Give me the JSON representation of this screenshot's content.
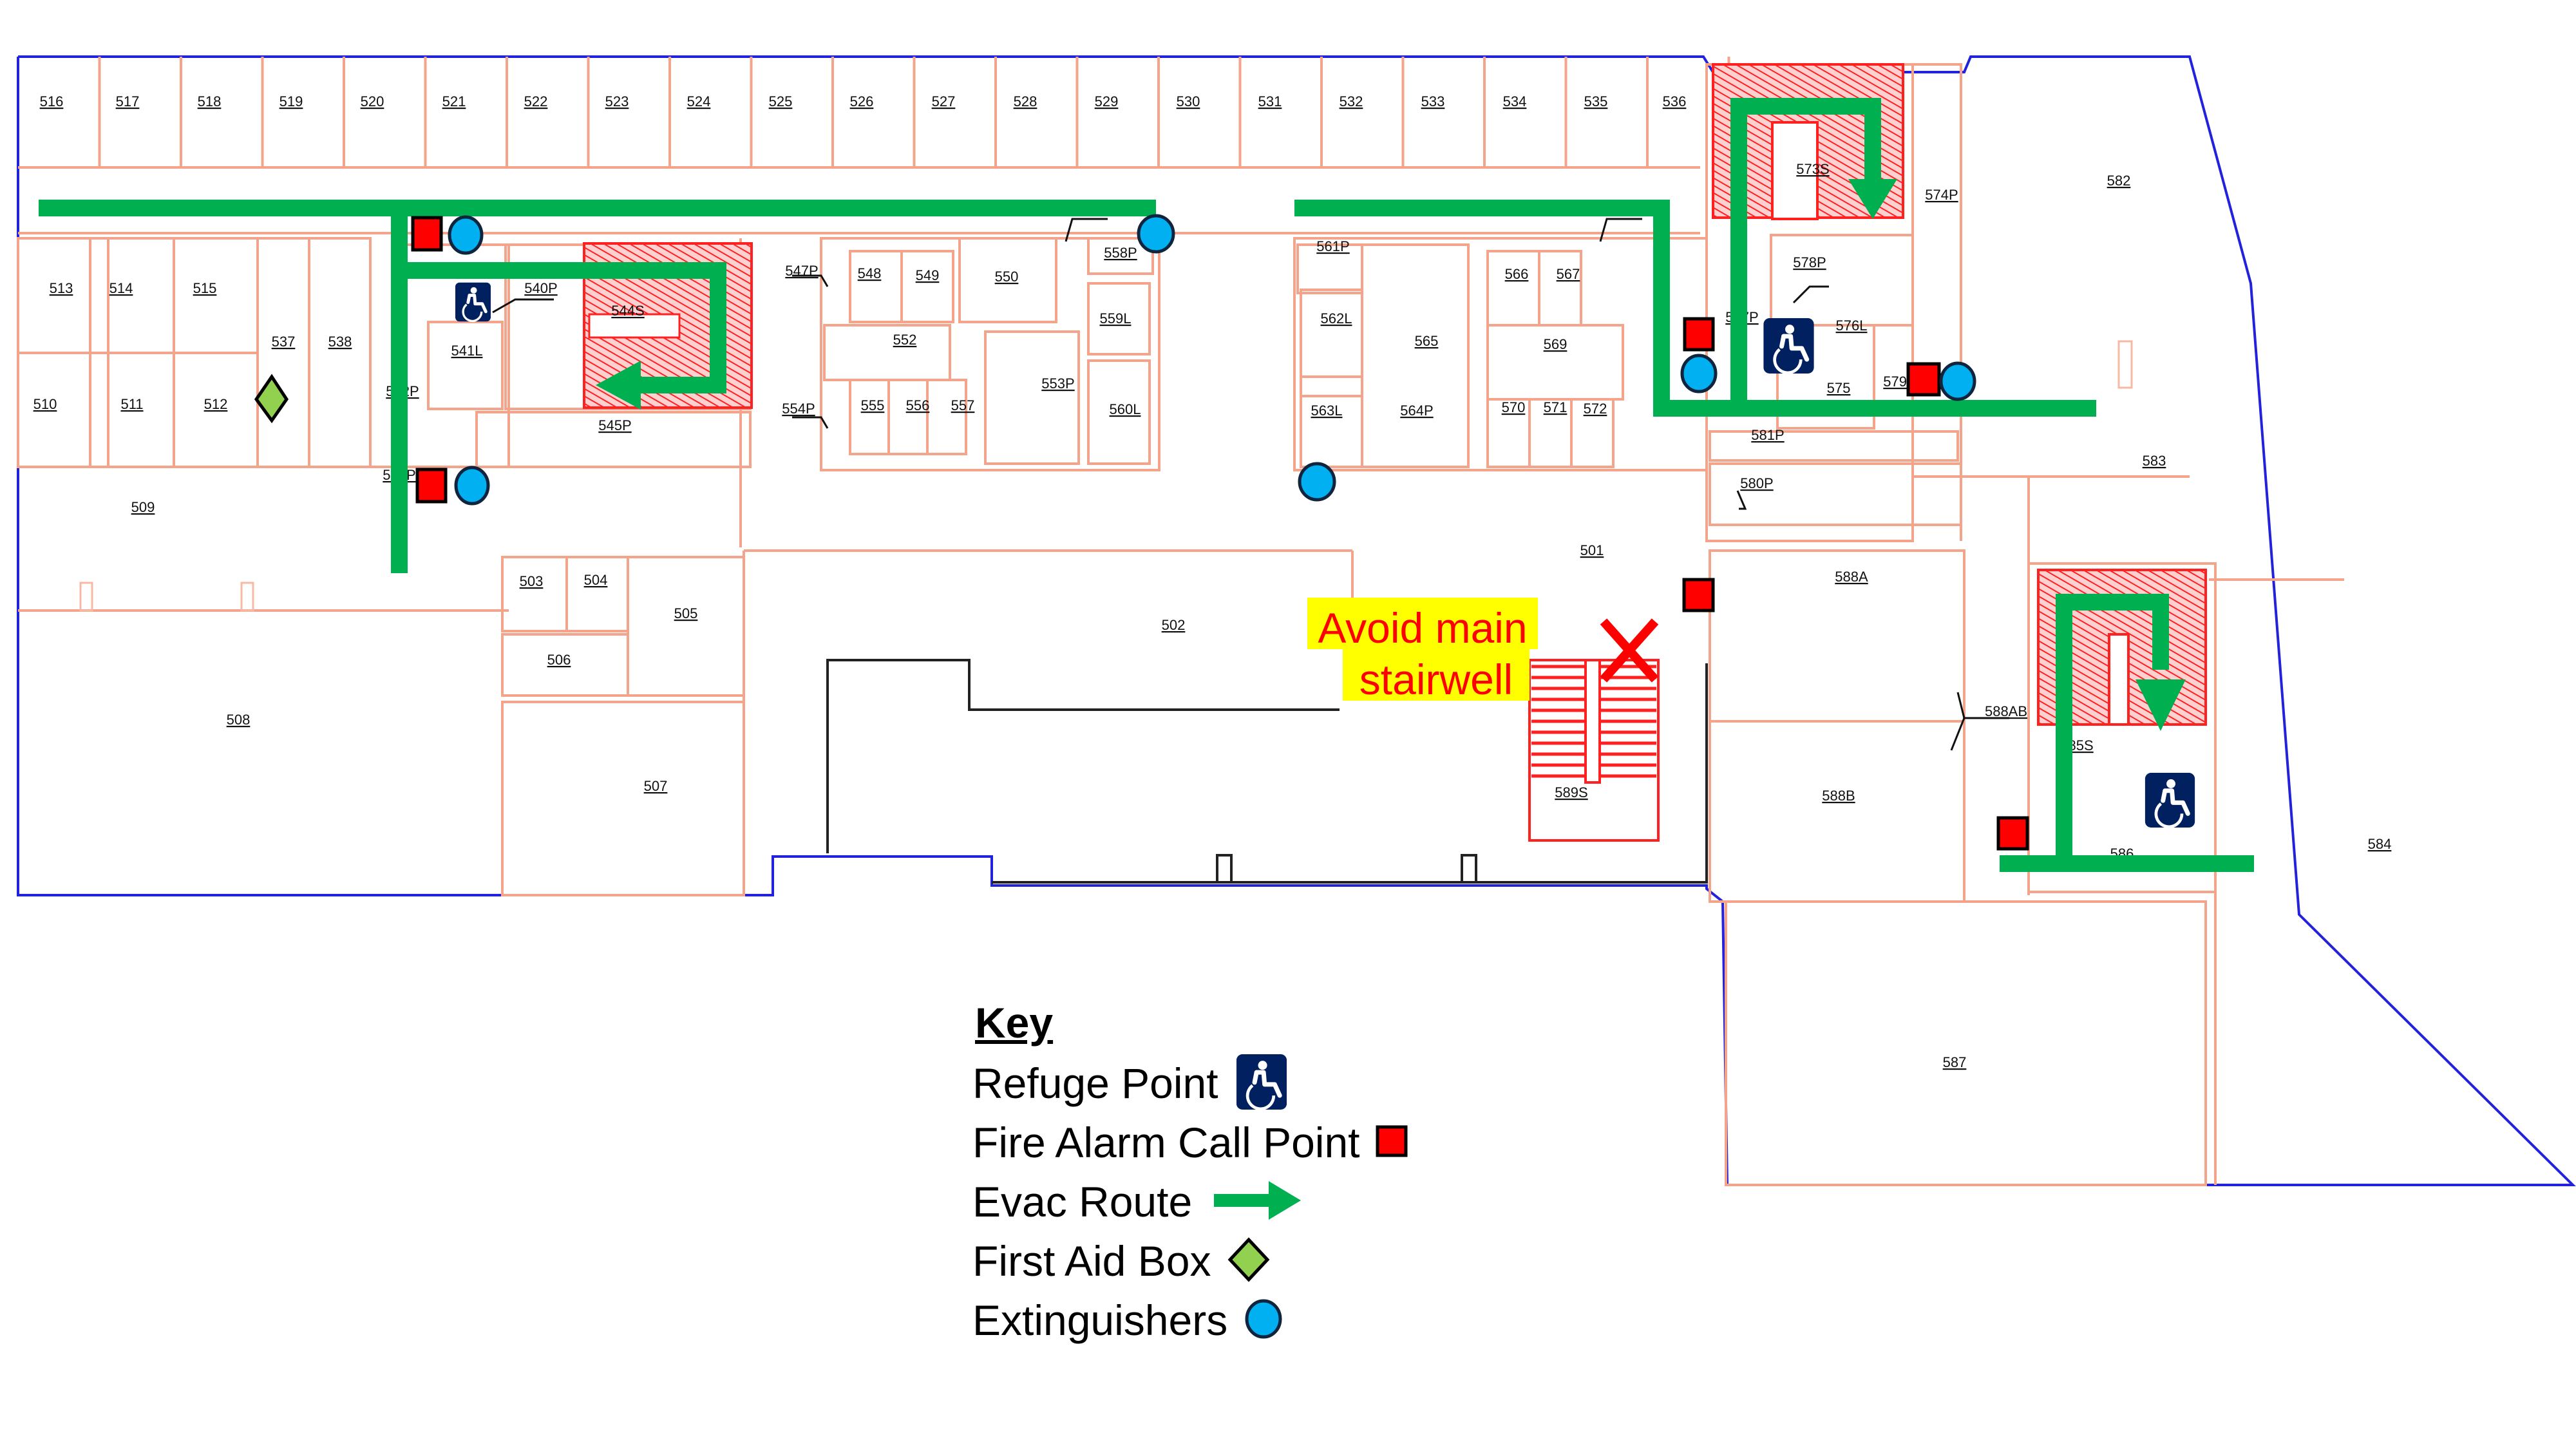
{
  "title": "Level 5 Fire Evacuation Plan",
  "rooms": {
    "top_row": [
      "516",
      "517",
      "518",
      "519",
      "520",
      "521",
      "522",
      "523",
      "524",
      "525",
      "526",
      "527",
      "528",
      "529",
      "530",
      "531",
      "532",
      "533",
      "534",
      "535",
      "536"
    ],
    "west_block": [
      "513",
      "514",
      "515",
      "510",
      "511",
      "512",
      "537",
      "538",
      "509",
      "508"
    ],
    "west_core": [
      "540P",
      "541L",
      "544S",
      "545P",
      "542P",
      "543P"
    ],
    "central_west": [
      "547P",
      "548",
      "549",
      "550",
      "552",
      "553P",
      "554P",
      "555",
      "556",
      "557",
      "558P",
      "559L",
      "560L"
    ],
    "central_east": [
      "561P",
      "562L",
      "563L",
      "564P",
      "565",
      "566",
      "567",
      "569",
      "570",
      "571",
      "572"
    ],
    "south_center": [
      "501",
      "502",
      "503",
      "504",
      "505",
      "506",
      "507",
      "589S"
    ],
    "east_core": [
      "573S",
      "574P",
      "576L",
      "577P",
      "578P",
      "579P",
      "575",
      "581P",
      "580P"
    ],
    "east_wing": [
      "582",
      "583",
      "584",
      "585S",
      "586",
      "587",
      "588A",
      "588AB",
      "588B"
    ]
  },
  "annotation": {
    "avoid_line1": "Avoid main",
    "avoid_line2": "stairwell",
    "avoid_marker": "cross-icon"
  },
  "legend": {
    "title": "Key",
    "items": [
      {
        "label": "Refuge Point",
        "icon": "wheelchair-icon",
        "color": "#002060"
      },
      {
        "label": "Fire Alarm Call Point",
        "icon": "red-square-icon",
        "color": "#ff0000"
      },
      {
        "label": "Evac Route",
        "icon": "green-arrow-icon",
        "color": "#00b050"
      },
      {
        "label": "First Aid Box",
        "icon": "green-diamond-icon",
        "color": "#92d050"
      },
      {
        "label": "Extinguishers",
        "icon": "blue-circle-icon",
        "color": "#00b0f0"
      }
    ]
  },
  "markers": {
    "fire_alarm_call_points": 7,
    "extinguishers": 7,
    "first_aid_boxes": 1,
    "refuge_points": 3
  },
  "colors": {
    "walls": "#f4a48a",
    "building_outline": "#2222dd",
    "stair_hatch": "#ff2020",
    "evac_route": "#00b050",
    "warning_bg": "#ffff00",
    "warning_text": "#ff0000"
  }
}
